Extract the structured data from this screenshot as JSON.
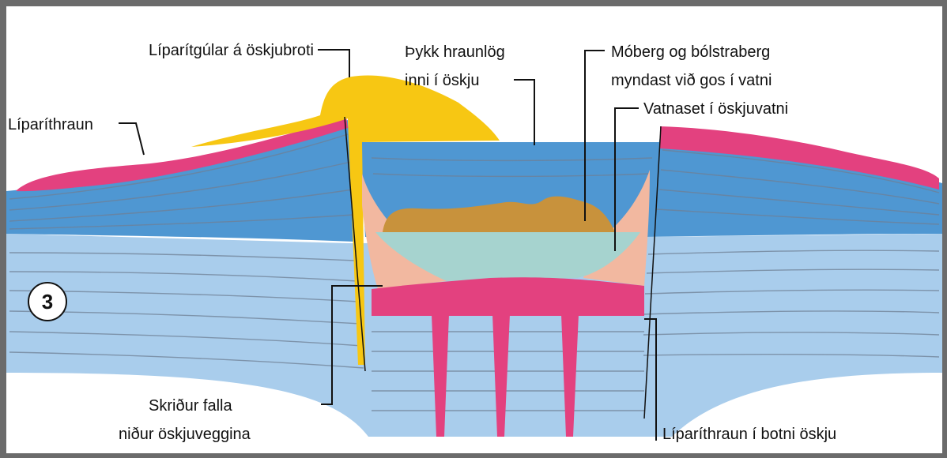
{
  "diagram": {
    "stage_number": "3",
    "labels": {
      "rhyolite_dome_on_fault": "Líparítgúlar á öskjubroti",
      "rhyolite_lava": "Líparíthraun",
      "thick_lava_in_caldera_line1": "Þykk hraunlög",
      "thick_lava_in_caldera_line2": "inni í öskju",
      "hyaloclastite_line1": "Móberg og bólstraberg",
      "hyaloclastite_line2": "myndast við gos í vatni",
      "lake_sediment": "Vatnaset í öskjuvatni",
      "talus_line1": "Skriður falla",
      "talus_line2": "niður öskjuveggina",
      "caldera_floor_lava": "Líparíthraun í botni öskju"
    },
    "colors": {
      "background": "#ffffff",
      "frame": "#6b6b6b",
      "dark_blue_layers": "#4f97d2",
      "light_blue_layers": "#a9cdec",
      "rhyolite_pink": "#e3417f",
      "dome_yellow": "#f7c713",
      "talus_salmon": "#f2b8a0",
      "hyaloclastite_brown": "#c8923c",
      "lake_sediment_teal": "#a6d3cf"
    }
  }
}
